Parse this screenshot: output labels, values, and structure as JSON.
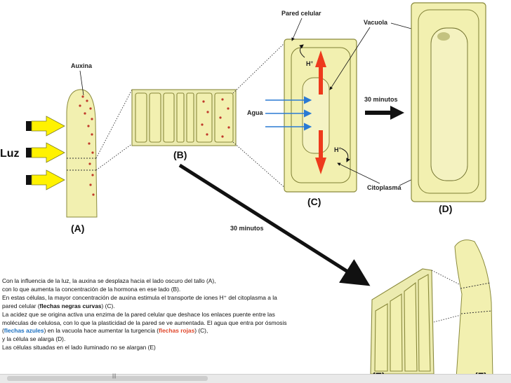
{
  "labels": {
    "auxina": "Auxina",
    "luz": "Luz",
    "A": "(A)",
    "B": "(B)",
    "C": "(C)",
    "D": "(D)",
    "E": "(E)",
    "F": "(F)",
    "pared": "Pared celular",
    "vacuola": "Vacuola",
    "agua": "Agua",
    "citoplasma": "Citoplasma",
    "minutos_1": "30 minutos",
    "minutos_2": "30 minutos",
    "h_ion": "H",
    "h_plus": "+"
  },
  "caption": {
    "l1": "Con la influencia de la luz, la auxina se desplaza hacia el lado oscuro del tallo (A),",
    "l2": "con lo que aumenta la concentración de la hormona en ese lado (B).",
    "l3": "En estas células, la mayor concentración de auxina estimula el transporte de iones H⁺ del citoplasma a la",
    "l4a": "pared celular (",
    "l4b": "flechas negras curvas",
    "l4c": ") (C).",
    "l5": "La acidez que se origina activa una enzima de la pared celular que deshace los enlaces puente entre las",
    "l6": "moléculas de celulosa, con lo que la plasticidad de la pared se ve aumentada. El agua que entra por ósmosis",
    "l7a": "(",
    "l7b": "flechas azules",
    "l7c": ") en la vacuola hace aumentar la turgencia (",
    "l7d": "flechas rojas",
    "l7e": ") (C),",
    "l8": "y la célula se alarga (D).",
    "l9": "Las células situadas en el lado iluminado no se alargan (E)"
  },
  "colors": {
    "cell_fill": "#f2f0b0",
    "cell_stroke": "#8a8a3c",
    "arrow_yellow": "#fff200",
    "dot_red": "#c0392b",
    "red_arrow": "#ee3a1c",
    "blue_arrow": "#2a7ad4"
  },
  "scrollbar": {
    "grip": "|||"
  }
}
